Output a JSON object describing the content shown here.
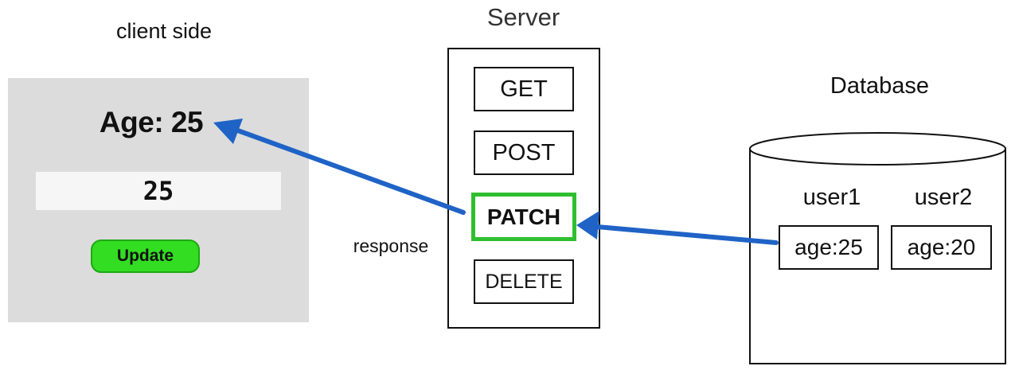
{
  "client": {
    "title": "client side",
    "age_display": "Age: 25",
    "input_value": "25",
    "update_label": "Update"
  },
  "server": {
    "title": "Server",
    "methods": [
      "GET",
      "POST",
      "PATCH",
      "DELETE"
    ],
    "highlighted_method": "PATCH"
  },
  "response_label": "response",
  "database": {
    "title": "Database",
    "users": [
      {
        "name": "user1",
        "value": "age:25"
      },
      {
        "name": "user2",
        "value": "age:20"
      }
    ]
  },
  "colors": {
    "arrow": "#1f63c6",
    "highlight": "#2fbf2f",
    "button": "#33dd22",
    "panel": "#dcdcdc"
  }
}
